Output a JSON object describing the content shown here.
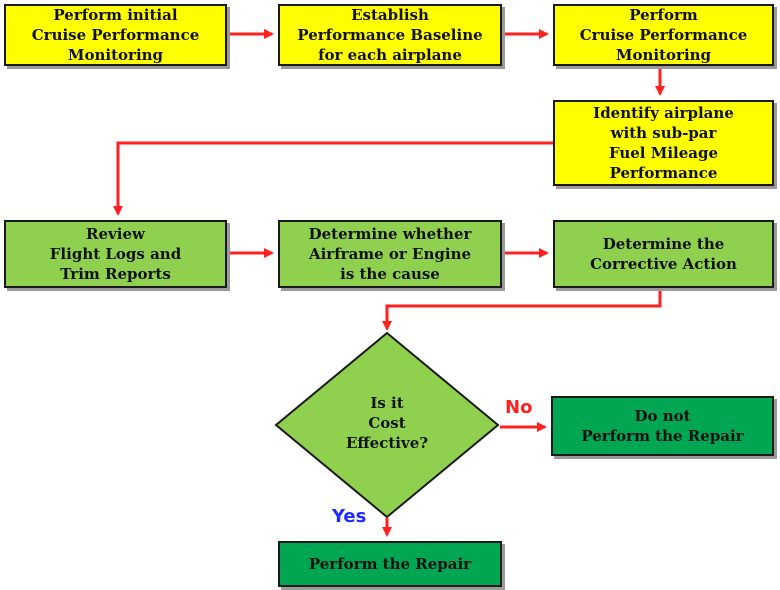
{
  "colors": {
    "arrow": "#ff2020",
    "yellow_box": "#ffff00",
    "light_green_box": "#8fd14f",
    "dark_green_box": "#00a651",
    "no_label": "#ff2020",
    "yes_label": "#1c2bff"
  },
  "nodes": {
    "initial_monitoring": "Perform initial\nCruise Performance\nMonitoring",
    "establish_baseline": "Establish\nPerformance Baseline\nfor each airplane",
    "cruise_monitoring": "Perform\nCruise Performance\nMonitoring",
    "identify_airplane": "Identify airplane\nwith sub-par\nFuel Mileage\nPerformance",
    "review_logs": "Review\nFlight Logs and\nTrim Reports",
    "determine_cause": "Determine whether\nAirframe or Engine\nis the cause",
    "corrective_action": "Determine the\nCorrective Action",
    "decision": "Is it\nCost\nEffective?",
    "do_not_repair": "Do not\nPerform the Repair",
    "perform_repair": "Perform the Repair"
  },
  "labels": {
    "no": "No",
    "yes": "Yes"
  }
}
